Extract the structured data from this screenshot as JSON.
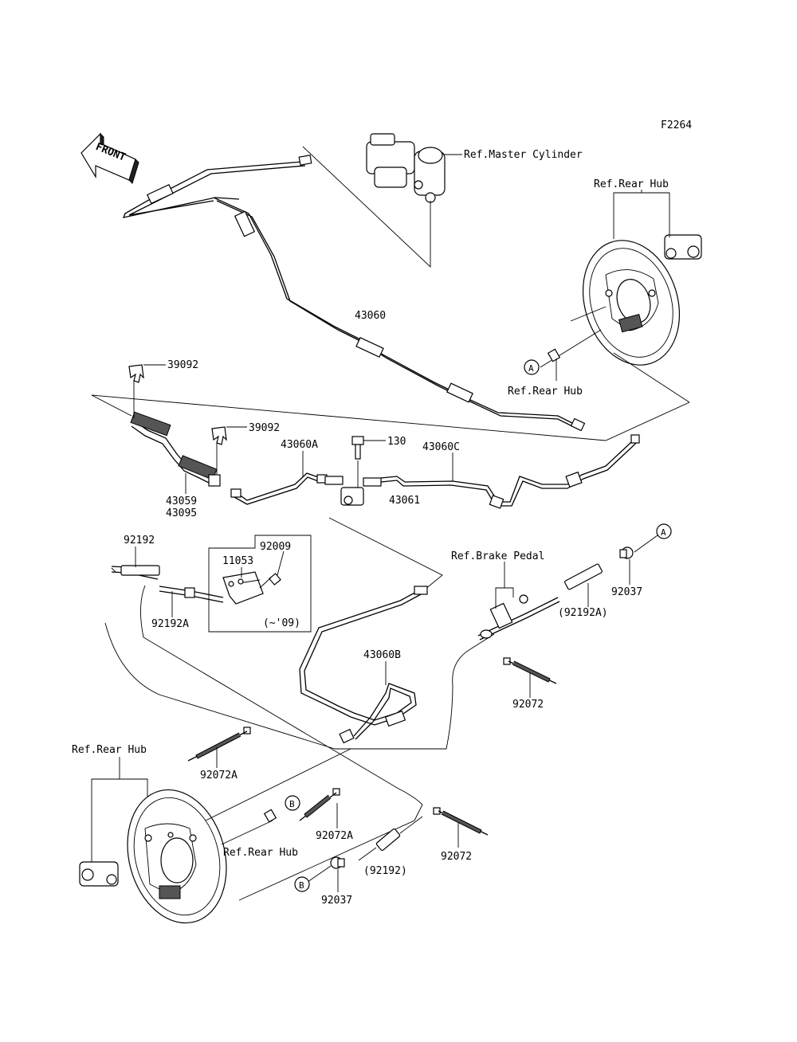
{
  "figure_code": "F2264",
  "front_label": "FRONT",
  "callout_a": "A",
  "callout_b": "B",
  "labels": {
    "ref_master_cylinder": "Ref.Master Cylinder",
    "ref_rear_hub_top": "Ref.Rear Hub",
    "ref_rear_hub_mid": "Ref.Rear Hub",
    "ref_rear_hub_left": "Ref.Rear Hub",
    "ref_rear_hub_bottom": "Ref.Rear Hub",
    "ref_brake_pedal": "Ref.Brake Pedal",
    "p43060": "43060",
    "p39092_a": "39092",
    "p39092_b": "39092",
    "p43060a": "43060A",
    "p130": "130",
    "p43060c": "43060C",
    "p43059": "43059",
    "p43095": "43095",
    "p43061": "43061",
    "p92192": "92192",
    "p92009": "92009",
    "p11053": "11053",
    "p92192a": "92192A",
    "p09": "(~'09)",
    "p92037_a": "92037",
    "p92192a_paren": "(92192A)",
    "p43060b": "43060B",
    "p92072_a": "92072",
    "p92072a_a": "92072A",
    "p92072a_b": "92072A",
    "p92072_b": "92072",
    "p92192_paren": "(92192)",
    "p92037_b": "92037"
  }
}
